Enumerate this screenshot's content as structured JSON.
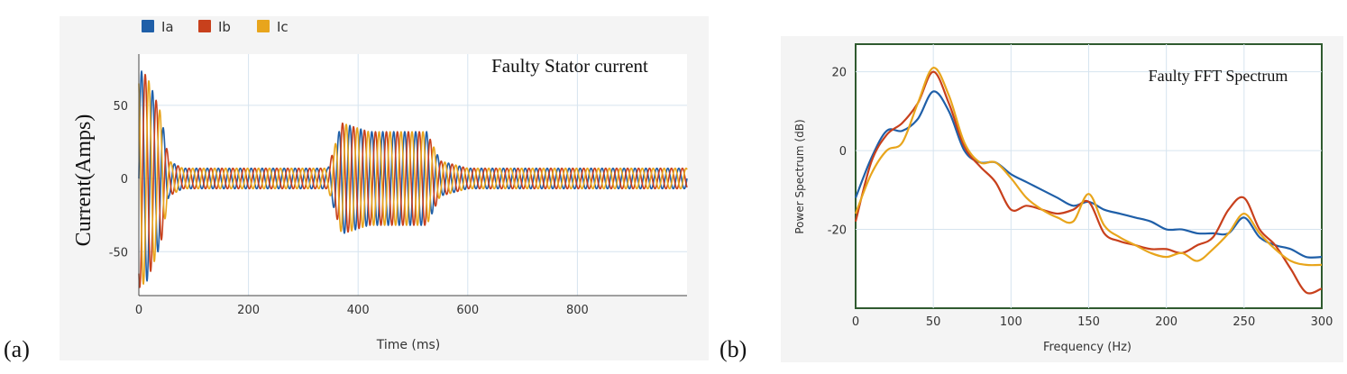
{
  "panel_labels": {
    "a": "(a)",
    "b": "(b)"
  },
  "chart_data": [
    {
      "type": "line",
      "title": "Faulty Stator current",
      "xlabel": "Time (ms)",
      "ylabel": "Current(Amps)",
      "xlim": [
        0,
        1000
      ],
      "ylim": [
        -80,
        85
      ],
      "xticks": [
        0,
        200,
        400,
        600,
        800
      ],
      "yticks": [
        50,
        0,
        -50
      ],
      "grid": true,
      "legend_position": "top-left, outside plot",
      "series": [
        {
          "name": "Ia",
          "color": "#1f5fa8"
        },
        {
          "name": "Ib",
          "color": "#c8401c"
        },
        {
          "name": "Ic",
          "color": "#e8a51c"
        }
      ],
      "waveform": {
        "frequency_hz": 50,
        "phase_shift_deg": 120,
        "amplitude_envelope": [
          {
            "t": 0,
            "amp": 75
          },
          {
            "t": 15,
            "amp": 70
          },
          {
            "t": 40,
            "amp": 45
          },
          {
            "t": 55,
            "amp": 12
          },
          {
            "t": 80,
            "amp": 7
          },
          {
            "t": 345,
            "amp": 7
          },
          {
            "t": 370,
            "amp": 38
          },
          {
            "t": 420,
            "amp": 32
          },
          {
            "t": 525,
            "amp": 32
          },
          {
            "t": 550,
            "amp": 12
          },
          {
            "t": 600,
            "amp": 7
          },
          {
            "t": 1000,
            "amp": 7
          }
        ]
      }
    },
    {
      "type": "line",
      "title": "Faulty FFT Spectrum",
      "xlabel": "Frequency (Hz)",
      "ylabel": "Power Spectrum (dB)",
      "xlim": [
        0,
        300
      ],
      "ylim": [
        -40,
        27
      ],
      "xticks": [
        0,
        50,
        100,
        150,
        200,
        250,
        300
      ],
      "yticks": [
        20,
        0,
        -20
      ],
      "grid": true,
      "series": [
        {
          "name": "Ia",
          "color": "#1f5fa8",
          "x": [
            0,
            10,
            20,
            30,
            40,
            50,
            60,
            70,
            80,
            90,
            100,
            110,
            120,
            130,
            140,
            150,
            160,
            170,
            180,
            190,
            200,
            210,
            220,
            230,
            240,
            250,
            260,
            270,
            280,
            290,
            300
          ],
          "y": [
            -12,
            -2,
            5,
            5,
            8,
            15,
            10,
            0,
            -3,
            -3,
            -6,
            -8,
            -10,
            -12,
            -14,
            -13,
            -15,
            -16,
            -17,
            -18,
            -20,
            -20,
            -21,
            -21,
            -21,
            -17,
            -22,
            -24,
            -25,
            -27,
            -27
          ]
        },
        {
          "name": "Ib",
          "color": "#c8401c",
          "x": [
            0,
            10,
            20,
            30,
            40,
            50,
            60,
            70,
            80,
            90,
            100,
            110,
            120,
            130,
            140,
            150,
            160,
            170,
            180,
            190,
            200,
            210,
            220,
            230,
            240,
            250,
            260,
            270,
            280,
            290,
            300
          ],
          "y": [
            -18,
            -3,
            4,
            7,
            12,
            20,
            12,
            1,
            -4,
            -8,
            -15,
            -14,
            -15,
            -16,
            -15,
            -13,
            -21,
            -23,
            -24,
            -25,
            -25,
            -26,
            -24,
            -22,
            -15,
            -12,
            -20,
            -24,
            -30,
            -36,
            -35
          ]
        },
        {
          "name": "Ic",
          "color": "#e8a51c",
          "x": [
            0,
            10,
            20,
            30,
            40,
            50,
            60,
            70,
            80,
            90,
            100,
            110,
            120,
            130,
            140,
            150,
            160,
            170,
            180,
            190,
            200,
            210,
            220,
            230,
            240,
            250,
            260,
            270,
            280,
            290,
            300
          ],
          "y": [
            -16,
            -6,
            0,
            2,
            12,
            21,
            14,
            2,
            -3,
            -3,
            -7,
            -12,
            -15,
            -17,
            -18,
            -11,
            -19,
            -22,
            -24,
            -26,
            -27,
            -26,
            -28,
            -25,
            -21,
            -16,
            -21,
            -25,
            -28,
            -29,
            -29
          ]
        }
      ]
    }
  ]
}
